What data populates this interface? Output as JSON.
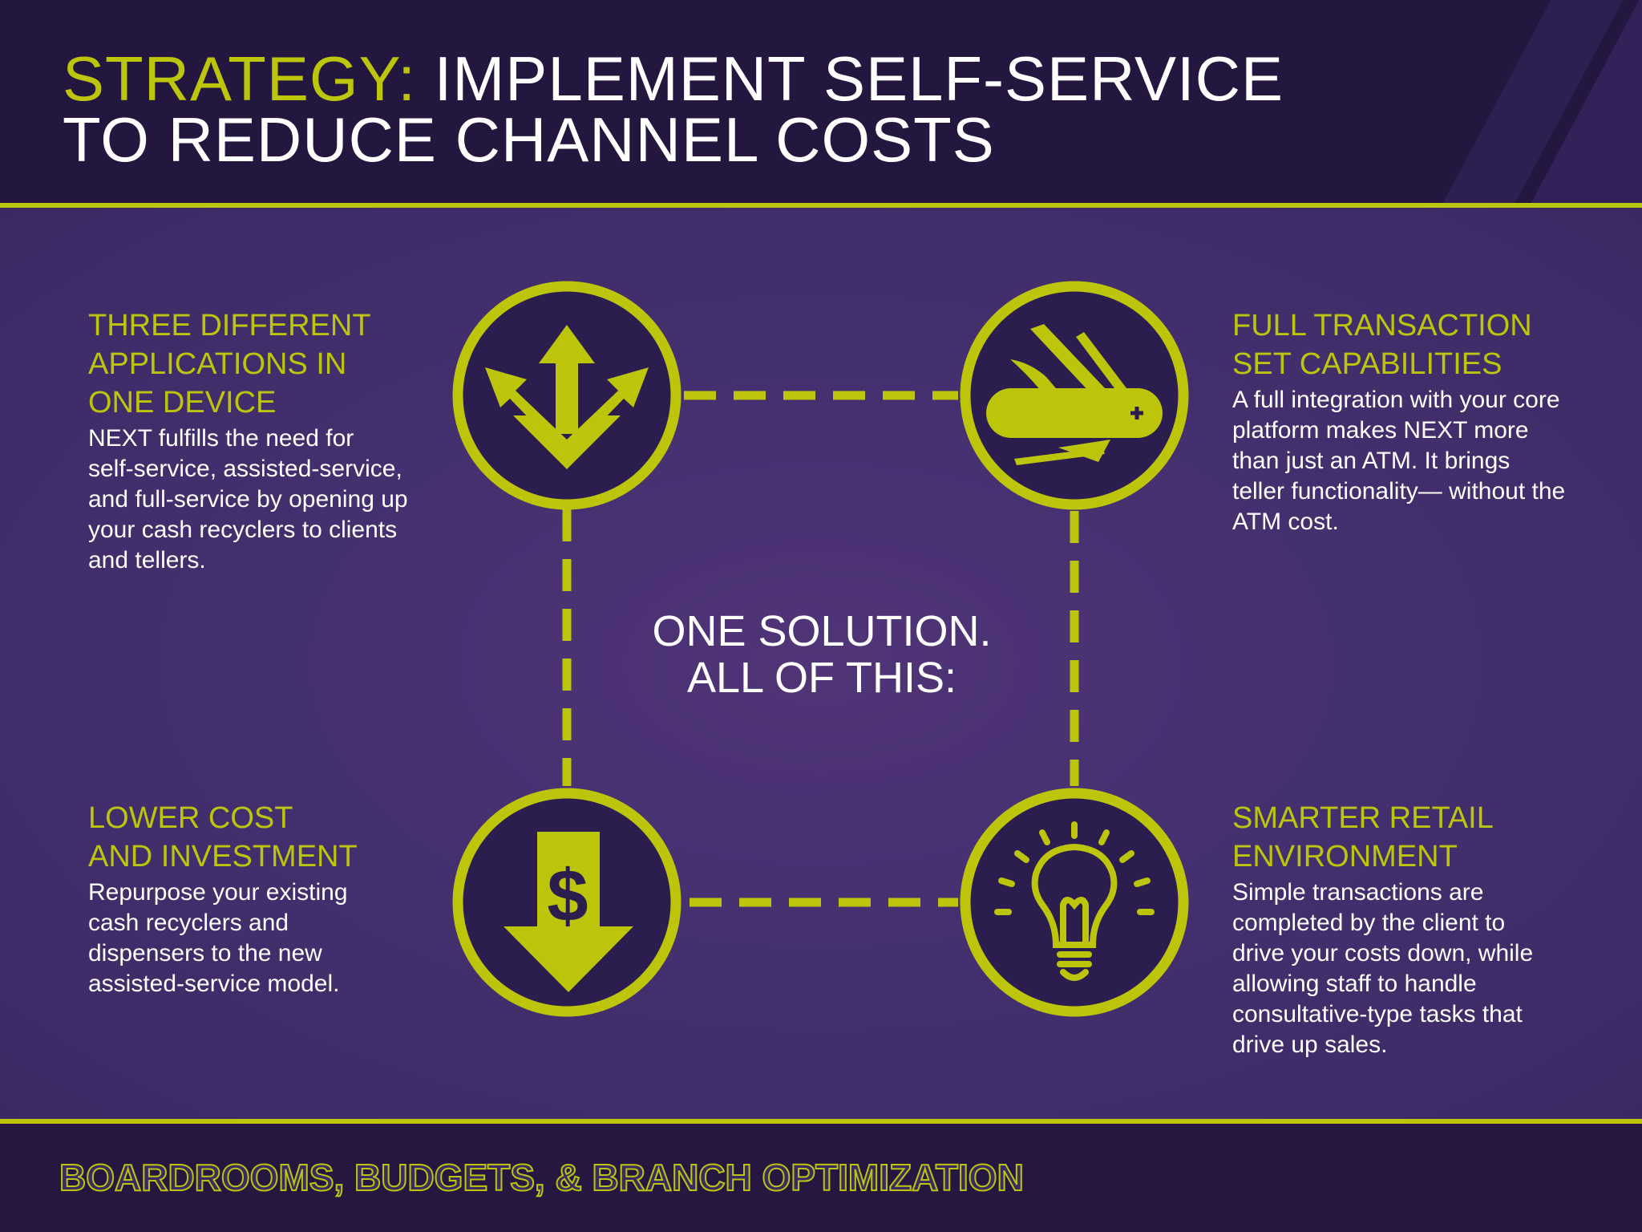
{
  "header": {
    "title_accent": "STRATEGY:",
    "title_line1": "IMPLEMENT SELF-SERVICE",
    "title_line2": "TO REDUCE CHANNEL COSTS"
  },
  "center": {
    "line1": "ONE SOLUTION.",
    "line2": "ALL OF THIS:"
  },
  "features": [
    {
      "icon": "split-arrows-icon",
      "title_lines": [
        "THREE DIFFERENT",
        "APPLICATIONS IN",
        "ONE DEVICE"
      ],
      "body_lines": [
        "NEXT fulfills the need for",
        "self-service, assisted-service,",
        "and full-service by opening up",
        "your cash recyclers to clients",
        "and tellers."
      ]
    },
    {
      "icon": "swiss-army-knife-icon",
      "title_lines": [
        "FULL TRANSACTION",
        "SET CAPABILITIES"
      ],
      "body_lines": [
        "A full integration with your core",
        "platform makes NEXT more",
        "than just an ATM. It brings",
        "teller functionality— without the",
        "ATM cost."
      ]
    },
    {
      "icon": "dollar-down-arrow-icon",
      "title_lines": [
        "LOWER COST",
        "AND INVESTMENT"
      ],
      "body_lines": [
        "Repurpose your existing",
        "cash recyclers and",
        "dispensers to the new",
        "assisted-service model."
      ]
    },
    {
      "icon": "lightbulb-icon",
      "title_lines": [
        "SMARTER RETAIL",
        "ENVIRONMENT"
      ],
      "body_lines": [
        "Simple transactions are",
        "completed by the client to",
        "drive your costs down, while",
        "allowing staff to handle",
        "consultative-type tasks that",
        "drive up sales."
      ]
    }
  ],
  "footer": {
    "text": "BOARDROOMS, BUDGETS, & BRANCH OPTIMIZATION"
  },
  "colors": {
    "accent": "#bcc50a",
    "background": "#45306f",
    "header": "#24173f",
    "text": "#ffffff"
  }
}
